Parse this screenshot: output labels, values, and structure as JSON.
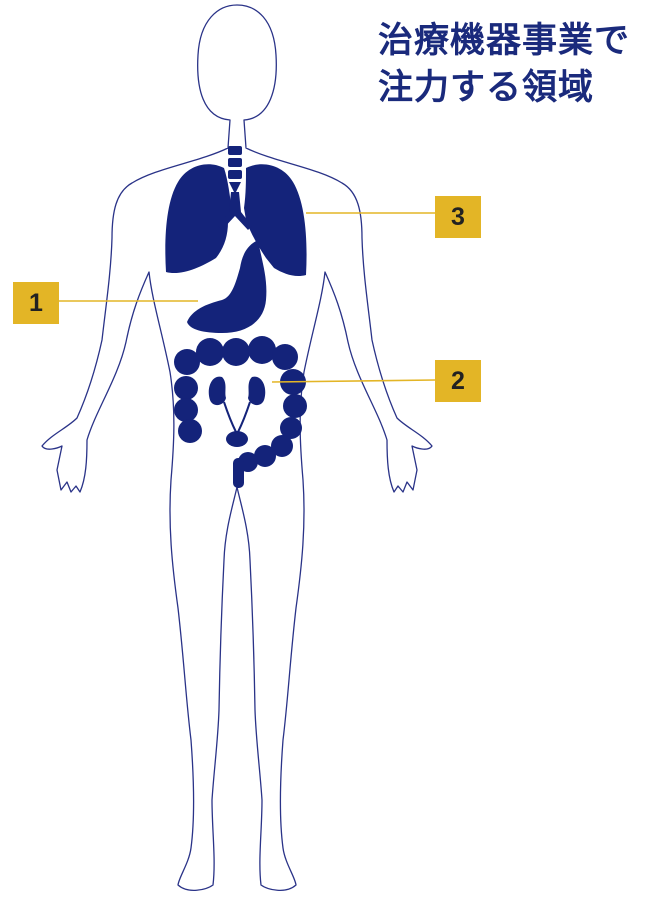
{
  "title": {
    "line1": "治療機器事業で",
    "line2": "注力する領域"
  },
  "callouts": [
    {
      "number": "1",
      "organ": "stomach"
    },
    {
      "number": "2",
      "organ": "kidneys"
    },
    {
      "number": "3",
      "organ": "lungs"
    }
  ],
  "colors": {
    "navy": "#14237a",
    "badge": "#e3b526",
    "outline": "#2a3388",
    "leader": "#e3b526"
  }
}
